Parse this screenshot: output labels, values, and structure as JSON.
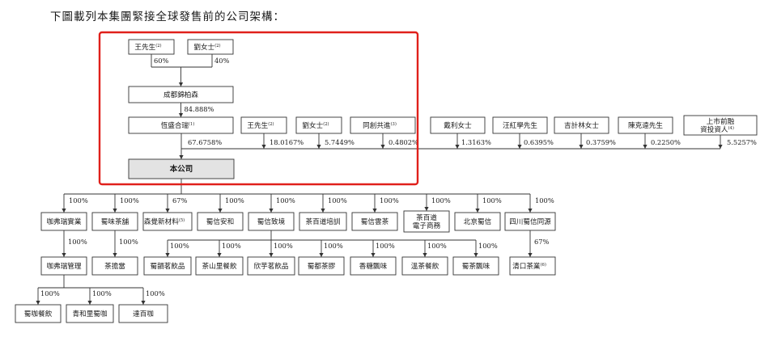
{
  "intro": "下圖載列本集團緊接全球發售前的公司架構：",
  "colors": {
    "line": "#333333",
    "box_fill": "#ffffff",
    "company_fill": "#e3e3e3",
    "highlight": "#e0201b"
  },
  "entities": [
    {
      "id": "wang1",
      "label": "王先生",
      "note": "(2)"
    },
    {
      "id": "liu1",
      "label": "劉女士",
      "note": "(2)"
    },
    {
      "id": "chengdu",
      "label": "成都錦柏森"
    },
    {
      "id": "hengsheng",
      "label": "恆盛合瑞",
      "note": "(1)"
    },
    {
      "id": "wang2",
      "label": "王先生",
      "note": "(2)"
    },
    {
      "id": "liu2",
      "label": "劉女士",
      "note": "(2)"
    },
    {
      "id": "tongchuang",
      "label": "同創共進",
      "note": "(3)"
    },
    {
      "id": "dai",
      "label": "戴利女士"
    },
    {
      "id": "wanghong",
      "label": "汪紅學先生"
    },
    {
      "id": "ji",
      "label": "吉計林女士"
    },
    {
      "id": "chen",
      "label": "陳克遠先生"
    },
    {
      "id": "preipo",
      "label": "上市前融資投資人",
      "note": "(4)"
    },
    {
      "id": "company",
      "label": "本公司"
    },
    {
      "id": "kafeirui",
      "label": "咖弗瑞實業"
    },
    {
      "id": "shuwei",
      "label": "蜀味茶舖"
    },
    {
      "id": "senjue",
      "label": "森覺新材料",
      "note": "(5)"
    },
    {
      "id": "shuxinanhe",
      "label": "蜀信安和"
    },
    {
      "id": "shuxinzhijing",
      "label": "蜀信致境"
    },
    {
      "id": "chabaidao_px",
      "label": "茶百道培訓"
    },
    {
      "id": "shuxinyunda",
      "label": "蜀信雲茶"
    },
    {
      "id": "chabaidao_ec",
      "label": "茶百道電子商務"
    },
    {
      "id": "beijing",
      "label": "北京蜀信"
    },
    {
      "id": "sichuan",
      "label": "四川蜀信同源"
    },
    {
      "id": "kafeirui_mgmt",
      "label": "咖弗瑞管理"
    },
    {
      "id": "chaxiangdang",
      "label": "茶擔當"
    },
    {
      "id": "shuyin",
      "label": "蜀韻茗飲品"
    },
    {
      "id": "chashanli",
      "label": "茶山里餐飲"
    },
    {
      "id": "xinyu",
      "label": "欣芋茗飲品"
    },
    {
      "id": "shudu",
      "label": "蜀都茶膠"
    },
    {
      "id": "xiangtang",
      "label": "香糖飄味"
    },
    {
      "id": "wencha",
      "label": "溫茶餐飲"
    },
    {
      "id": "shucha",
      "label": "蜀茶飄味"
    },
    {
      "id": "qingkou",
      "label": "清口茶業",
      "note": "(6)"
    },
    {
      "id": "shujia",
      "label": "蜀咖餐飲"
    },
    {
      "id": "qinghe",
      "label": "青和里蜀咖"
    },
    {
      "id": "dabaika",
      "label": "達百咖"
    }
  ],
  "ownership": [
    {
      "from": "wang1",
      "to": "chengdu",
      "pct": "60%"
    },
    {
      "from": "liu1",
      "to": "chengdu",
      "pct": "40%"
    },
    {
      "from": "chengdu",
      "to": "hengsheng",
      "pct": "84.888%"
    },
    {
      "from": "hengsheng",
      "to": "company",
      "pct": "67.6758%"
    },
    {
      "from": "wang2",
      "to": "company",
      "pct": "18.0167%"
    },
    {
      "from": "liu2",
      "to": "company",
      "pct": "5.7449%"
    },
    {
      "from": "tongchuang",
      "to": "company",
      "pct": "0.4802%"
    },
    {
      "from": "dai",
      "to": "company",
      "pct": "1.3163%"
    },
    {
      "from": "wanghong",
      "to": "company",
      "pct": "0.6395%"
    },
    {
      "from": "ji",
      "to": "company",
      "pct": "0.3759%"
    },
    {
      "from": "chen",
      "to": "company",
      "pct": "0.2250%"
    },
    {
      "from": "preipo",
      "to": "company",
      "pct": "5.5257%"
    },
    {
      "from": "company",
      "to": "kafeirui",
      "pct": "100%"
    },
    {
      "from": "company",
      "to": "shuwei",
      "pct": "100%"
    },
    {
      "from": "company",
      "to": "senjue",
      "pct": "67%"
    },
    {
      "from": "company",
      "to": "shuxinanhe",
      "pct": "100%"
    },
    {
      "from": "company",
      "to": "shuxinzhijing",
      "pct": "100%"
    },
    {
      "from": "company",
      "to": "chabaidao_px",
      "pct": "100%"
    },
    {
      "from": "company",
      "to": "shuxinyunda",
      "pct": "100%"
    },
    {
      "from": "company",
      "to": "chabaidao_ec",
      "pct": "100%"
    },
    {
      "from": "company",
      "to": "beijing",
      "pct": "100%"
    },
    {
      "from": "company",
      "to": "sichuan",
      "pct": "100%"
    },
    {
      "from": "kafeirui",
      "to": "kafeirui_mgmt",
      "pct": "100%"
    },
    {
      "from": "shuwei",
      "to": "chaxiangdang",
      "pct": "100%"
    },
    {
      "from": "shuxinzhijing",
      "to": "shuyin",
      "pct": "100%"
    },
    {
      "from": "shuxinzhijing",
      "to": "chashanli",
      "pct": "100%"
    },
    {
      "from": "shuxinzhijing",
      "to": "xinyu",
      "pct": "100%"
    },
    {
      "from": "shuxinzhijing",
      "to": "shudu",
      "pct": "100%"
    },
    {
      "from": "shuxinzhijing",
      "to": "xiangtang",
      "pct": "100%"
    },
    {
      "from": "shuxinzhijing",
      "to": "wencha",
      "pct": "100%"
    },
    {
      "from": "shuxinzhijing",
      "to": "shucha",
      "pct": "100%"
    },
    {
      "from": "sichuan",
      "to": "qingkou",
      "pct": "67%"
    },
    {
      "from": "kafeirui_mgmt",
      "to": "shujia",
      "pct": "100%"
    },
    {
      "from": "kafeirui_mgmt",
      "to": "qinghe",
      "pct": "100%"
    },
    {
      "from": "kafeirui_mgmt",
      "to": "dabaika",
      "pct": "100%"
    }
  ]
}
